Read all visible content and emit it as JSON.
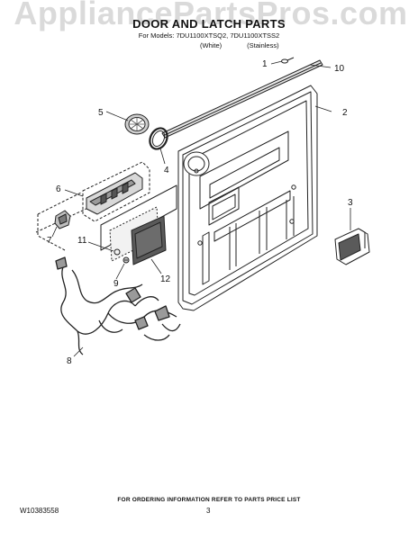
{
  "watermark": "AppliancePartsPros.com",
  "header": {
    "title": "DOOR AND LATCH PARTS",
    "models": "For Models: 7DU1100XTSQ2, 7DU1100XTSS2",
    "variant_white": "(White)",
    "variant_stainless": "(Stainless)"
  },
  "callouts": [
    "1",
    "2",
    "3",
    "4",
    "5",
    "6",
    "7",
    "8",
    "9",
    "10",
    "11",
    "12"
  ],
  "footer": {
    "ordering_note": "FOR ORDERING INFORMATION REFER TO PARTS PRICE LIST",
    "document_number": "W10383558",
    "page_number": "3"
  }
}
